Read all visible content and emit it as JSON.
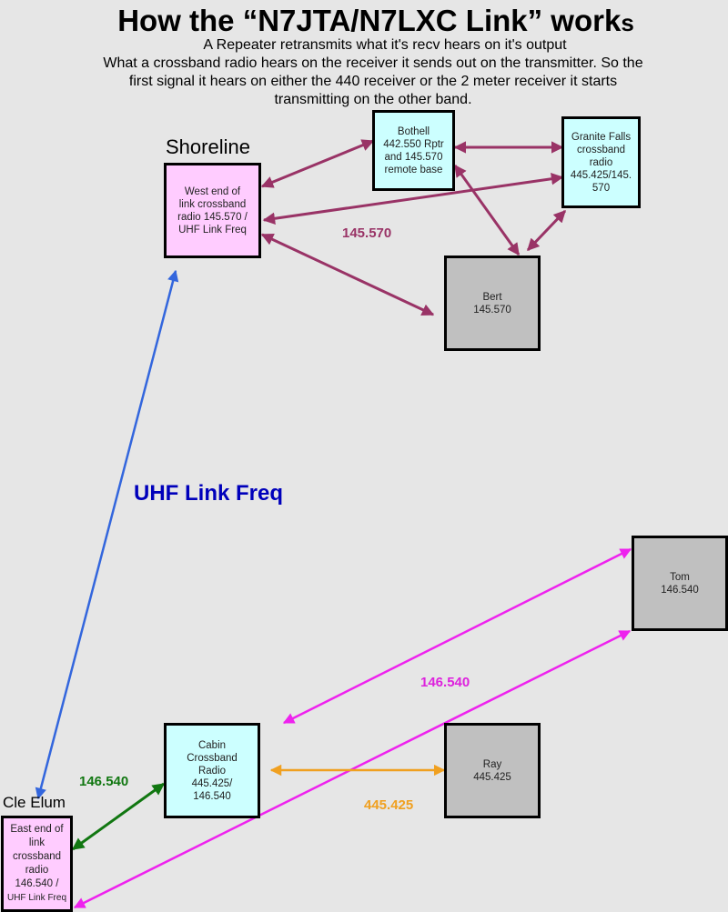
{
  "title": {
    "main": "How the “N7JTA/N7LXC Link” work",
    "suffix": "s"
  },
  "subtitle": {
    "line1": "A Repeater retransmits what it's recv hears on it's output",
    "line2": "What a crossband radio hears on the receiver it sends out on the transmitter. So the first signal it hears on either the 440 receiver or the 2 meter receiver it starts transmitting on the other band."
  },
  "places": {
    "shoreline": "Shoreline",
    "cle_elum": "Cle Elum"
  },
  "nodes": {
    "shoreline_radio": {
      "text": "West end of\nlink crossband\nradio 145.570 /\nUHF Link Freq"
    },
    "bothell": {
      "text": "Bothell\n442.550 Rptr\nand 145.570\nremote base"
    },
    "granite_falls": {
      "text": "Granite Falls\ncrossband\nradio\n445.425/145.\n570"
    },
    "bert": {
      "text": "Bert\n145.570"
    },
    "tom": {
      "text": "Tom\n146.540"
    },
    "cabin": {
      "text": "Cabin\nCrossband\nRadio\n445.425/\n146.540"
    },
    "ray": {
      "text": "Ray\n445.425"
    },
    "cle_elum_radio": {
      "text": "East end of\nlink\ncrossband\nradio\n146.540 /",
      "uhf": "UHF Link Freq"
    }
  },
  "frequency_labels": {
    "top_link": "145.570",
    "uhf_link": "UHF Link Freq",
    "tom_link": "146.540",
    "cabin_link": "146.540",
    "ray_link": "445.425"
  },
  "colors": {
    "background": "#e6e6e6",
    "vhf_145_link": "#993366",
    "uhf_link": "#3366dd",
    "uhf_label": "#0000bb",
    "magenta_link": "#ee22ee",
    "green_link": "#117711",
    "orange_link": "#f0a020",
    "pink_node": "#ffccff",
    "cyan_node": "#ccffff",
    "grey_node": "#c0c0c0"
  }
}
